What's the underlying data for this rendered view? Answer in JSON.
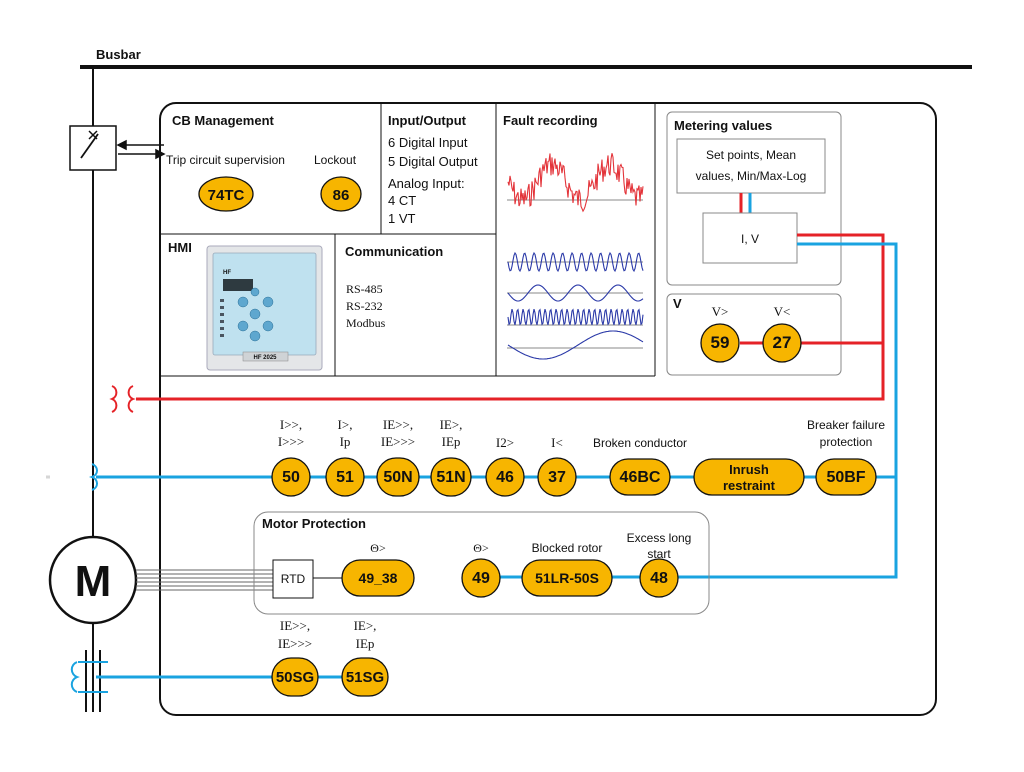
{
  "busbar_label": "Busbar",
  "motor_label": "M",
  "cb_management": {
    "title": "CB Management",
    "trip_label": "Trip circuit supervision",
    "trip_code": "74TC",
    "lockout_label": "Lockout",
    "lockout_code": "86"
  },
  "io": {
    "title": "Input/Output",
    "lines": [
      "6 Digital Input",
      "5 Digital Output",
      "Analog Input:",
      "4 CT",
      "1 VT"
    ]
  },
  "fault": {
    "title": "Fault recording"
  },
  "hmi": {
    "title": "HMI",
    "device_brand": "HF",
    "device_model": "HF 2025"
  },
  "communication": {
    "title": "Communication",
    "lines": [
      "RS-485",
      "RS-232",
      "Modbus"
    ]
  },
  "metering": {
    "title": "Metering values",
    "box_lines": [
      "Set points, Mean",
      "values, Min/Max-Log"
    ],
    "iv_label": "I, V"
  },
  "voltage": {
    "title": "V",
    "items": [
      {
        "label": "V>",
        "code": "59"
      },
      {
        "label": "V<",
        "code": "27"
      }
    ]
  },
  "current_row": [
    {
      "lines": [
        "I>>,",
        "I>>>"
      ],
      "code": "50"
    },
    {
      "lines": [
        "I>,",
        "Ip"
      ],
      "code": "51"
    },
    {
      "lines": [
        "IE>>,",
        "IE>>>"
      ],
      "code": "50N"
    },
    {
      "lines": [
        "IE>,",
        "IEp"
      ],
      "code": "51N"
    },
    {
      "lines": [
        "I2>"
      ],
      "code": "46"
    },
    {
      "lines": [
        "I<"
      ],
      "code": "37"
    },
    {
      "lines": [
        "Broken conductor"
      ],
      "code": "46BC"
    },
    {
      "lines": [],
      "code_lines": [
        "Inrush",
        "restraint"
      ]
    },
    {
      "lines": [
        "Breaker failure",
        "protection"
      ],
      "code": "50BF"
    }
  ],
  "motor": {
    "title": "Motor Protection",
    "rtd_label": "RTD",
    "items": [
      {
        "label": "Θ>",
        "code": "49_38"
      },
      {
        "label": "Θ>",
        "code": "49"
      },
      {
        "label": "Blocked rotor",
        "code": "51LR-50S"
      },
      {
        "label_lines": [
          "Excess long",
          "start"
        ],
        "code": "48"
      }
    ]
  },
  "ground_row": [
    {
      "lines": [
        "IE>>,",
        "IE>>>"
      ],
      "code": "50SG"
    },
    {
      "lines": [
        "IE>,",
        "IEp"
      ],
      "code": "51SG"
    }
  ],
  "colors": {
    "badge": "#f7b500",
    "current_wire": "#1aa3e0",
    "voltage_wire": "#e52227",
    "waveform_red": "#e3343a",
    "waveform_blue": "#2b3aa8"
  }
}
